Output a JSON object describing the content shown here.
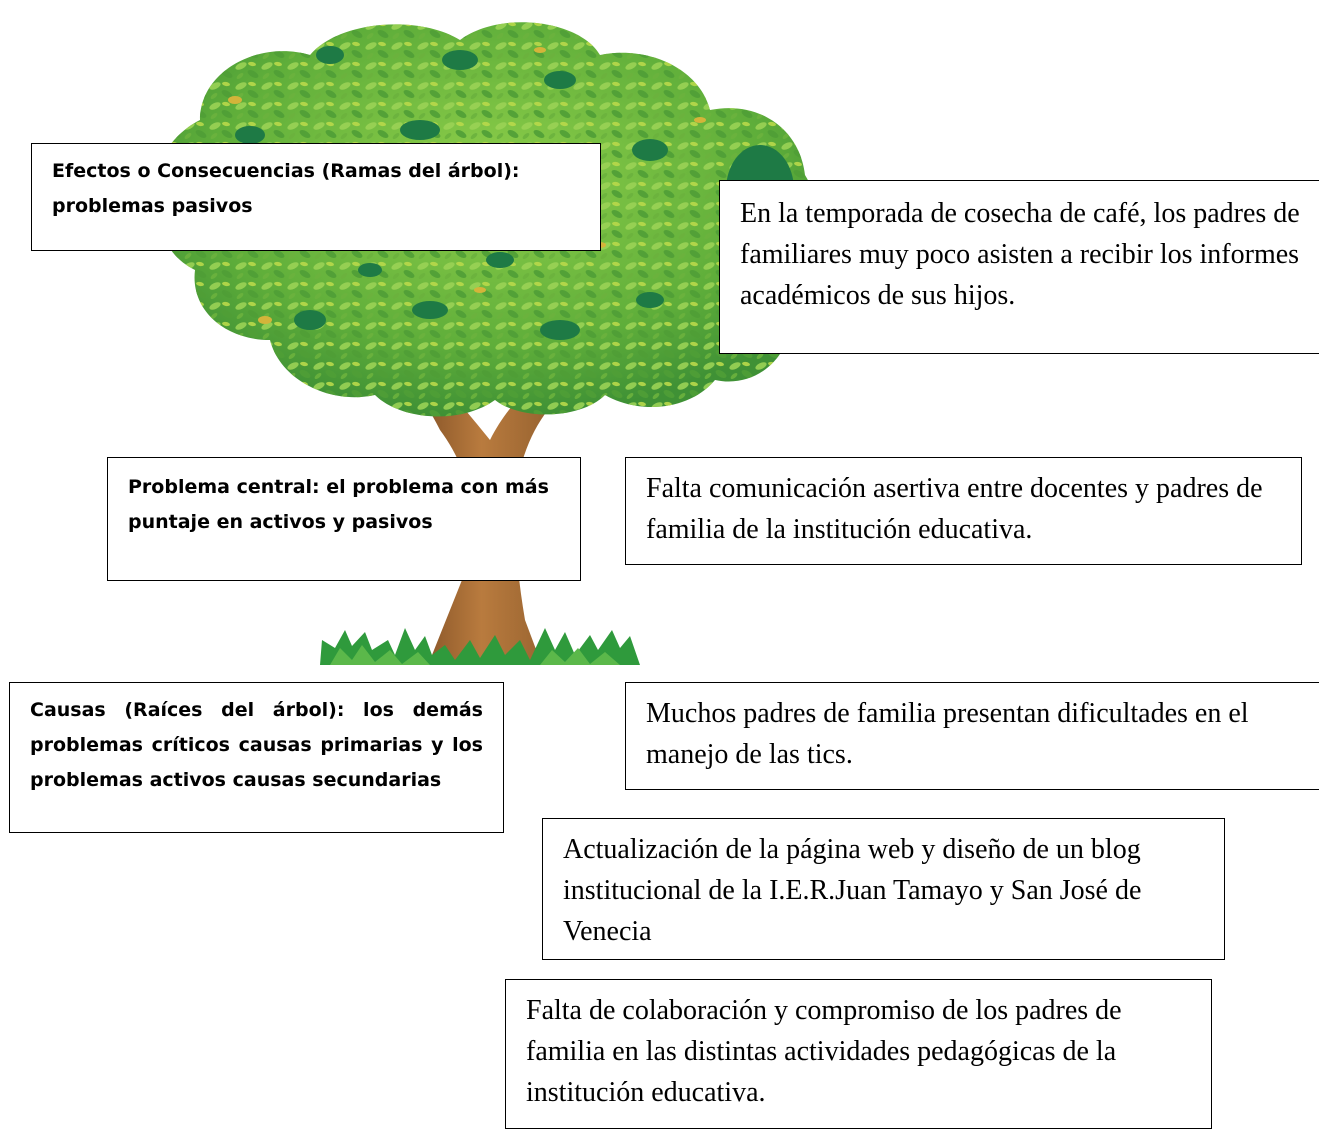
{
  "labels": {
    "effects": "Efectos o Consecuencias (Ramas del árbol): problemas pasivos",
    "central": "Problema central: el problema con más puntaje en activos y pasivos",
    "causes": "Causas (Raíces del árbol): los demás problemas críticos causas primarias y los problemas activos causas secundarias"
  },
  "effect_text": "En la temporada de cosecha de café, los padres de familiares muy poco asisten a recibir los informes académicos de sus hijos.",
  "central_text": "Falta comunicación asertiva entre docentes y padres de familia de la institución educativa.",
  "causes_text": [
    "Muchos padres de familia presentan dificultades en el manejo de las tics.",
    "Actualización de la página web y diseño de un blog institucional de la I.E.R.Juan Tamayo y San José de Venecia",
    "Falta de colaboración y compromiso de los padres de familia en las distintas actividades pedagógicas de la institución educativa."
  ],
  "colors": {
    "foliage_dark": "#1f7a3a",
    "foliage_light": "#7cc242",
    "trunk": "#a66b34",
    "grass": "#2f9a3c"
  }
}
